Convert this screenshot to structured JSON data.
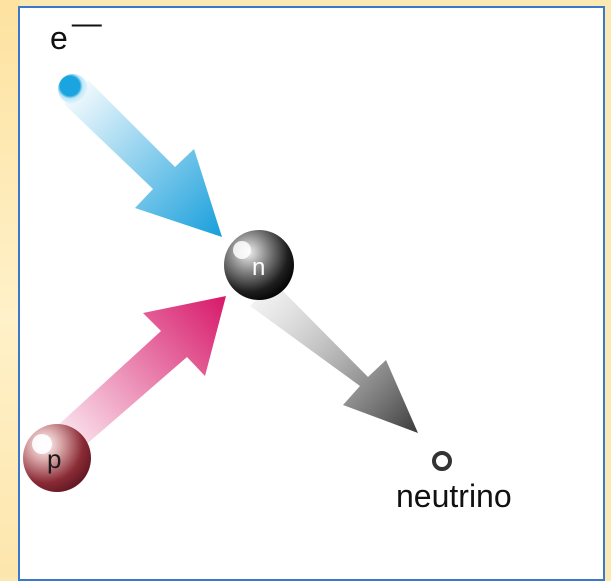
{
  "particles": {
    "electron": {
      "symbol": "e",
      "charge": "—",
      "color": "#1ba5e0"
    },
    "neutron": {
      "symbol": "n",
      "color": "#222222"
    },
    "proton": {
      "symbol": "p",
      "color": "#8a2b35"
    },
    "neutrino": {
      "label": "neutrino",
      "color": "#333333"
    }
  },
  "arrows": {
    "electron_arrow_color": "#1aa0dc",
    "proton_arrow_color": "#d81c6c",
    "neutrino_arrow_color": "#555555"
  },
  "frame": {
    "border_color": "#3b78c9",
    "side_strip_color": "#fde6ad"
  }
}
